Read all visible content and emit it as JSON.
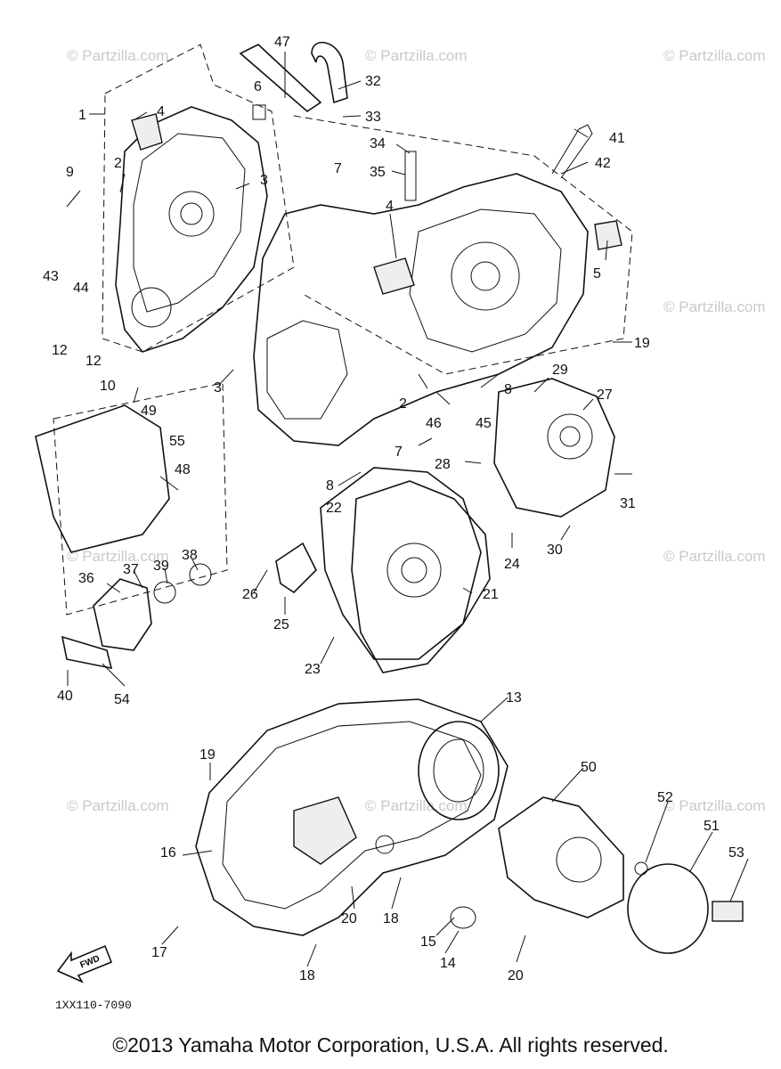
{
  "diagram": {
    "reference_code": "1XX110-7090",
    "copyright": "©2013 Yamaha Motor Corporation, U.S.A. All rights reserved.",
    "watermark": "© Partzilla.com",
    "fwd_label": "FWD",
    "callouts": [
      {
        "id": "47",
        "label": "47"
      },
      {
        "id": "32",
        "label": "32"
      },
      {
        "id": "33",
        "label": "33"
      },
      {
        "id": "6",
        "label": "6"
      },
      {
        "id": "1",
        "label": "1"
      },
      {
        "id": "4a",
        "label": "4"
      },
      {
        "id": "34",
        "label": "34"
      },
      {
        "id": "41",
        "label": "41"
      },
      {
        "id": "42",
        "label": "42"
      },
      {
        "id": "7a",
        "label": "7"
      },
      {
        "id": "35",
        "label": "35"
      },
      {
        "id": "9",
        "label": "9"
      },
      {
        "id": "2a",
        "label": "2"
      },
      {
        "id": "3a",
        "label": "3"
      },
      {
        "id": "4b",
        "label": "4"
      },
      {
        "id": "43",
        "label": "43"
      },
      {
        "id": "44",
        "label": "44"
      },
      {
        "id": "5",
        "label": "5"
      },
      {
        "id": "12a",
        "label": "12"
      },
      {
        "id": "12b",
        "label": "12"
      },
      {
        "id": "10",
        "label": "10"
      },
      {
        "id": "19a",
        "label": "19"
      },
      {
        "id": "3b",
        "label": "3"
      },
      {
        "id": "49",
        "label": "49"
      },
      {
        "id": "29",
        "label": "29"
      },
      {
        "id": "8a",
        "label": "8"
      },
      {
        "id": "2b",
        "label": "2"
      },
      {
        "id": "46",
        "label": "46"
      },
      {
        "id": "45",
        "label": "45"
      },
      {
        "id": "27",
        "label": "27"
      },
      {
        "id": "55",
        "label": "55"
      },
      {
        "id": "7b",
        "label": "7"
      },
      {
        "id": "48",
        "label": "48"
      },
      {
        "id": "28",
        "label": "28"
      },
      {
        "id": "8b",
        "label": "8"
      },
      {
        "id": "22",
        "label": "22"
      },
      {
        "id": "31",
        "label": "31"
      },
      {
        "id": "24",
        "label": "24"
      },
      {
        "id": "30",
        "label": "30"
      },
      {
        "id": "36",
        "label": "36"
      },
      {
        "id": "37",
        "label": "37"
      },
      {
        "id": "39",
        "label": "39"
      },
      {
        "id": "38",
        "label": "38"
      },
      {
        "id": "26",
        "label": "26"
      },
      {
        "id": "21",
        "label": "21"
      },
      {
        "id": "25",
        "label": "25"
      },
      {
        "id": "23",
        "label": "23"
      },
      {
        "id": "40",
        "label": "40"
      },
      {
        "id": "54",
        "label": "54"
      },
      {
        "id": "13",
        "label": "13"
      },
      {
        "id": "19b",
        "label": "19"
      },
      {
        "id": "50",
        "label": "50"
      },
      {
        "id": "52",
        "label": "52"
      },
      {
        "id": "51",
        "label": "51"
      },
      {
        "id": "16",
        "label": "16"
      },
      {
        "id": "53",
        "label": "53"
      },
      {
        "id": "20a",
        "label": "20"
      },
      {
        "id": "18a",
        "label": "18"
      },
      {
        "id": "15",
        "label": "15"
      },
      {
        "id": "17",
        "label": "17"
      },
      {
        "id": "14",
        "label": "14"
      },
      {
        "id": "20b",
        "label": "20"
      },
      {
        "id": "18b",
        "label": "18"
      }
    ]
  }
}
